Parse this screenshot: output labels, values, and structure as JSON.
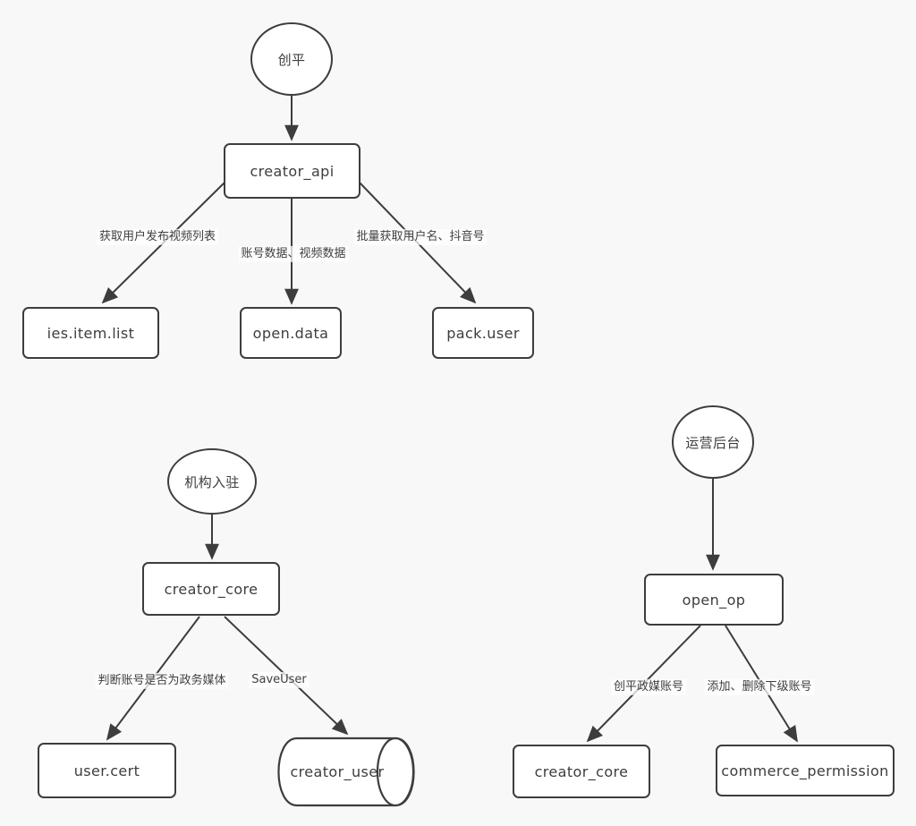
{
  "canvas": {
    "background": "#f8f8f8",
    "stroke_color": "#3d3d3d",
    "node_fill": "#ffffff"
  },
  "diagrams": {
    "creator_api_flow": {
      "source": {
        "label": "创平",
        "shape": "circle"
      },
      "gateway": {
        "label": "creator_api",
        "shape": "rect"
      },
      "targets": [
        {
          "label": "ies.item.list",
          "shape": "rect",
          "edge_label": "获取用户发布视频列表"
        },
        {
          "label": "open.data",
          "shape": "rect",
          "edge_label": "账号数据、视频数据"
        },
        {
          "label": "pack.user",
          "shape": "rect",
          "edge_label": "批量获取用户名、抖音号"
        }
      ]
    },
    "org_entry_flow": {
      "source": {
        "label": "机构入驻",
        "shape": "ellipse"
      },
      "gateway": {
        "label": "creator_core",
        "shape": "rect"
      },
      "targets": [
        {
          "label": "user.cert",
          "shape": "rect",
          "edge_label": "判断账号是否为政务媒体"
        },
        {
          "label": "creator_user",
          "shape": "cylinder",
          "edge_label": "SaveUser"
        }
      ]
    },
    "ops_admin_flow": {
      "source": {
        "label": "运营后台",
        "shape": "circle"
      },
      "gateway": {
        "label": "open_op",
        "shape": "rect"
      },
      "targets": [
        {
          "label": "creator_core",
          "shape": "rect",
          "edge_label": "创平政媒账号"
        },
        {
          "label": "commerce_permission",
          "shape": "rect",
          "edge_label": "添加、删除下级账号"
        }
      ]
    }
  }
}
